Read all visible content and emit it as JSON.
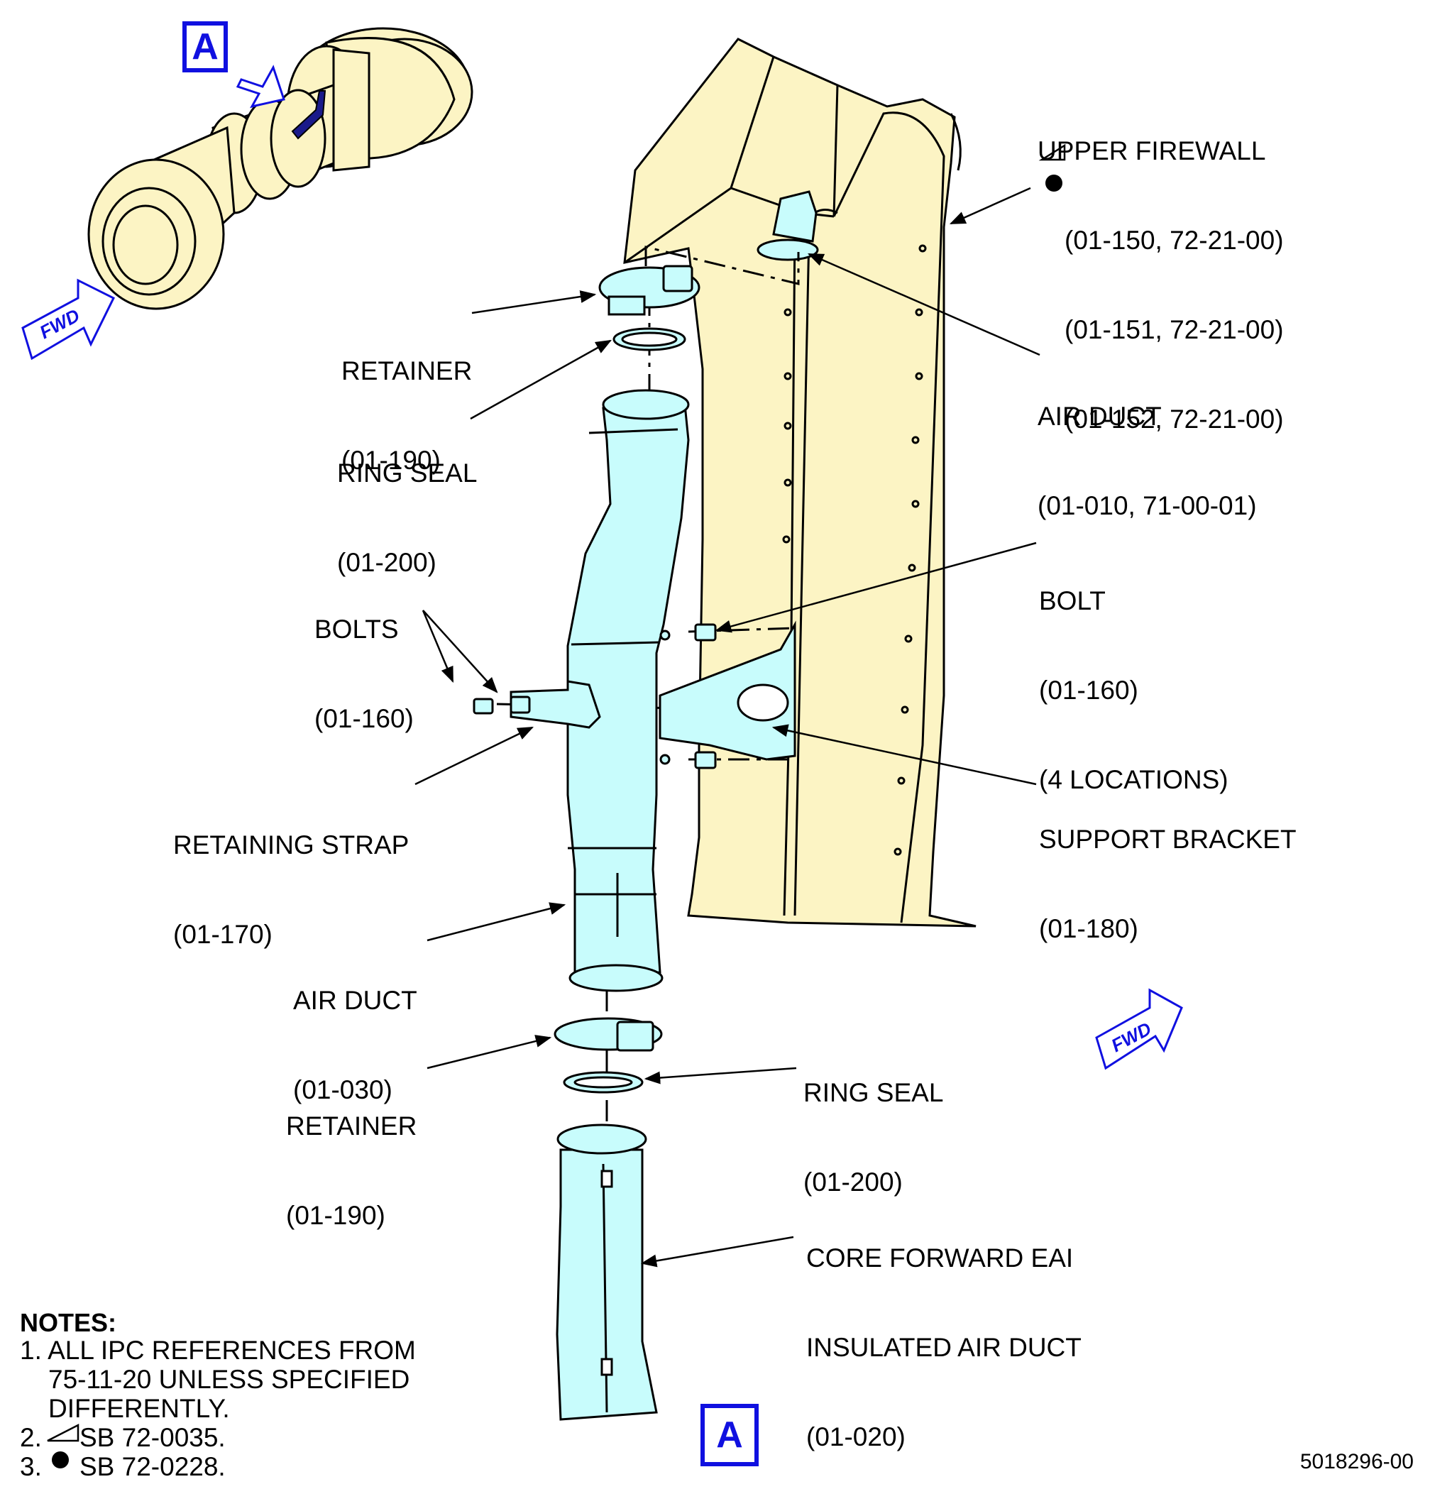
{
  "view_markers": {
    "top": "A",
    "bottom": "A"
  },
  "fwd_label": "FWD",
  "callouts": {
    "upper_firewall": {
      "name": "UPPER FIREWALL",
      "refs": [
        "(01-150, 72-21-00)",
        "(01-151, 72-21-00)",
        "(01-152, 72-21-00)"
      ]
    },
    "retainer_top": {
      "name": "RETAINER",
      "ref": "(01-190)"
    },
    "ring_seal_top": {
      "name": "RING SEAL",
      "ref": "(01-200)"
    },
    "air_duct_top": {
      "name": "AIR DUCT",
      "ref": "(01-010, 71-00-01)"
    },
    "bolt": {
      "name": "BOLT",
      "ref": "(01-160)",
      "qty": "(4 LOCATIONS)"
    },
    "bolts": {
      "name": "BOLTS",
      "ref": "(01-160)"
    },
    "retaining_strap": {
      "name": "RETAINING STRAP",
      "ref": "(01-170)"
    },
    "support_bracket": {
      "name": "SUPPORT BRACKET",
      "ref": "(01-180)"
    },
    "air_duct_mid": {
      "name": "AIR DUCT",
      "ref": "(01-030)"
    },
    "ring_seal_bottom": {
      "name": "RING SEAL",
      "ref": "(01-200)"
    },
    "retainer_bottom": {
      "name": "RETAINER",
      "ref": "(01-190)"
    },
    "core_duct": {
      "line1": "CORE FORWARD EAI",
      "line2": "INSULATED AIR DUCT",
      "ref": "(01-020)"
    }
  },
  "notes": {
    "title": "NOTES:",
    "n1_line1": "1. ALL IPC REFERENCES FROM",
    "n1_line2": "75-11-20 UNLESS SPECIFIED",
    "n1_line3": "DIFFERENTLY.",
    "n2": "SB 72-0035.",
    "n3": "SB 72-0228.",
    "n2_num": "2.",
    "n3_num": "3."
  },
  "figure_number": "5018296-00",
  "colors": {
    "firewall": "#fcf4c4",
    "duct": "#c8fcfc",
    "marker_blue": "#1010e0",
    "line": "#000000"
  }
}
